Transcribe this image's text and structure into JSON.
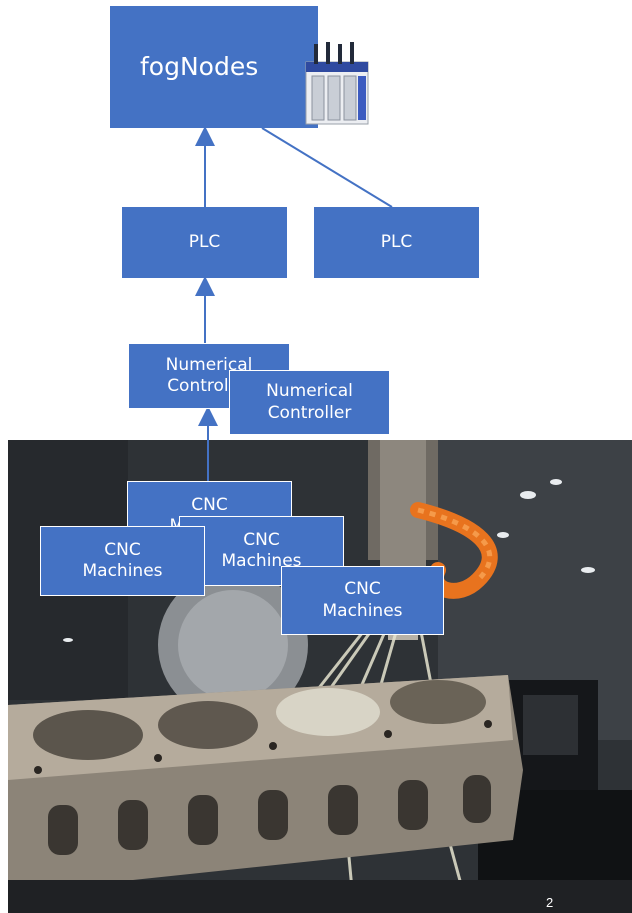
{
  "diagram": {
    "fog_node": {
      "label": "fogNodes",
      "icon": "server-rack-icon"
    },
    "plc_left": {
      "label": "PLC"
    },
    "plc_right": {
      "label": "PLC"
    },
    "numerical_controller_back": {
      "label": "Numerical\nController"
    },
    "numerical_controller_front": {
      "label": "Numerical\nController"
    },
    "cnc_machines": [
      {
        "label": "CNC\nMachines"
      },
      {
        "label": "CNC\nMachines"
      },
      {
        "label": "CNC\nMachines"
      },
      {
        "label": "CNC\nMachines"
      }
    ],
    "colors": {
      "box_fill": "#4472c4",
      "box_text": "#ffffff",
      "connector": "#4472c4"
    }
  },
  "background_photo": {
    "description_icon": "cnc-machining-photo"
  },
  "slide_number": "2"
}
